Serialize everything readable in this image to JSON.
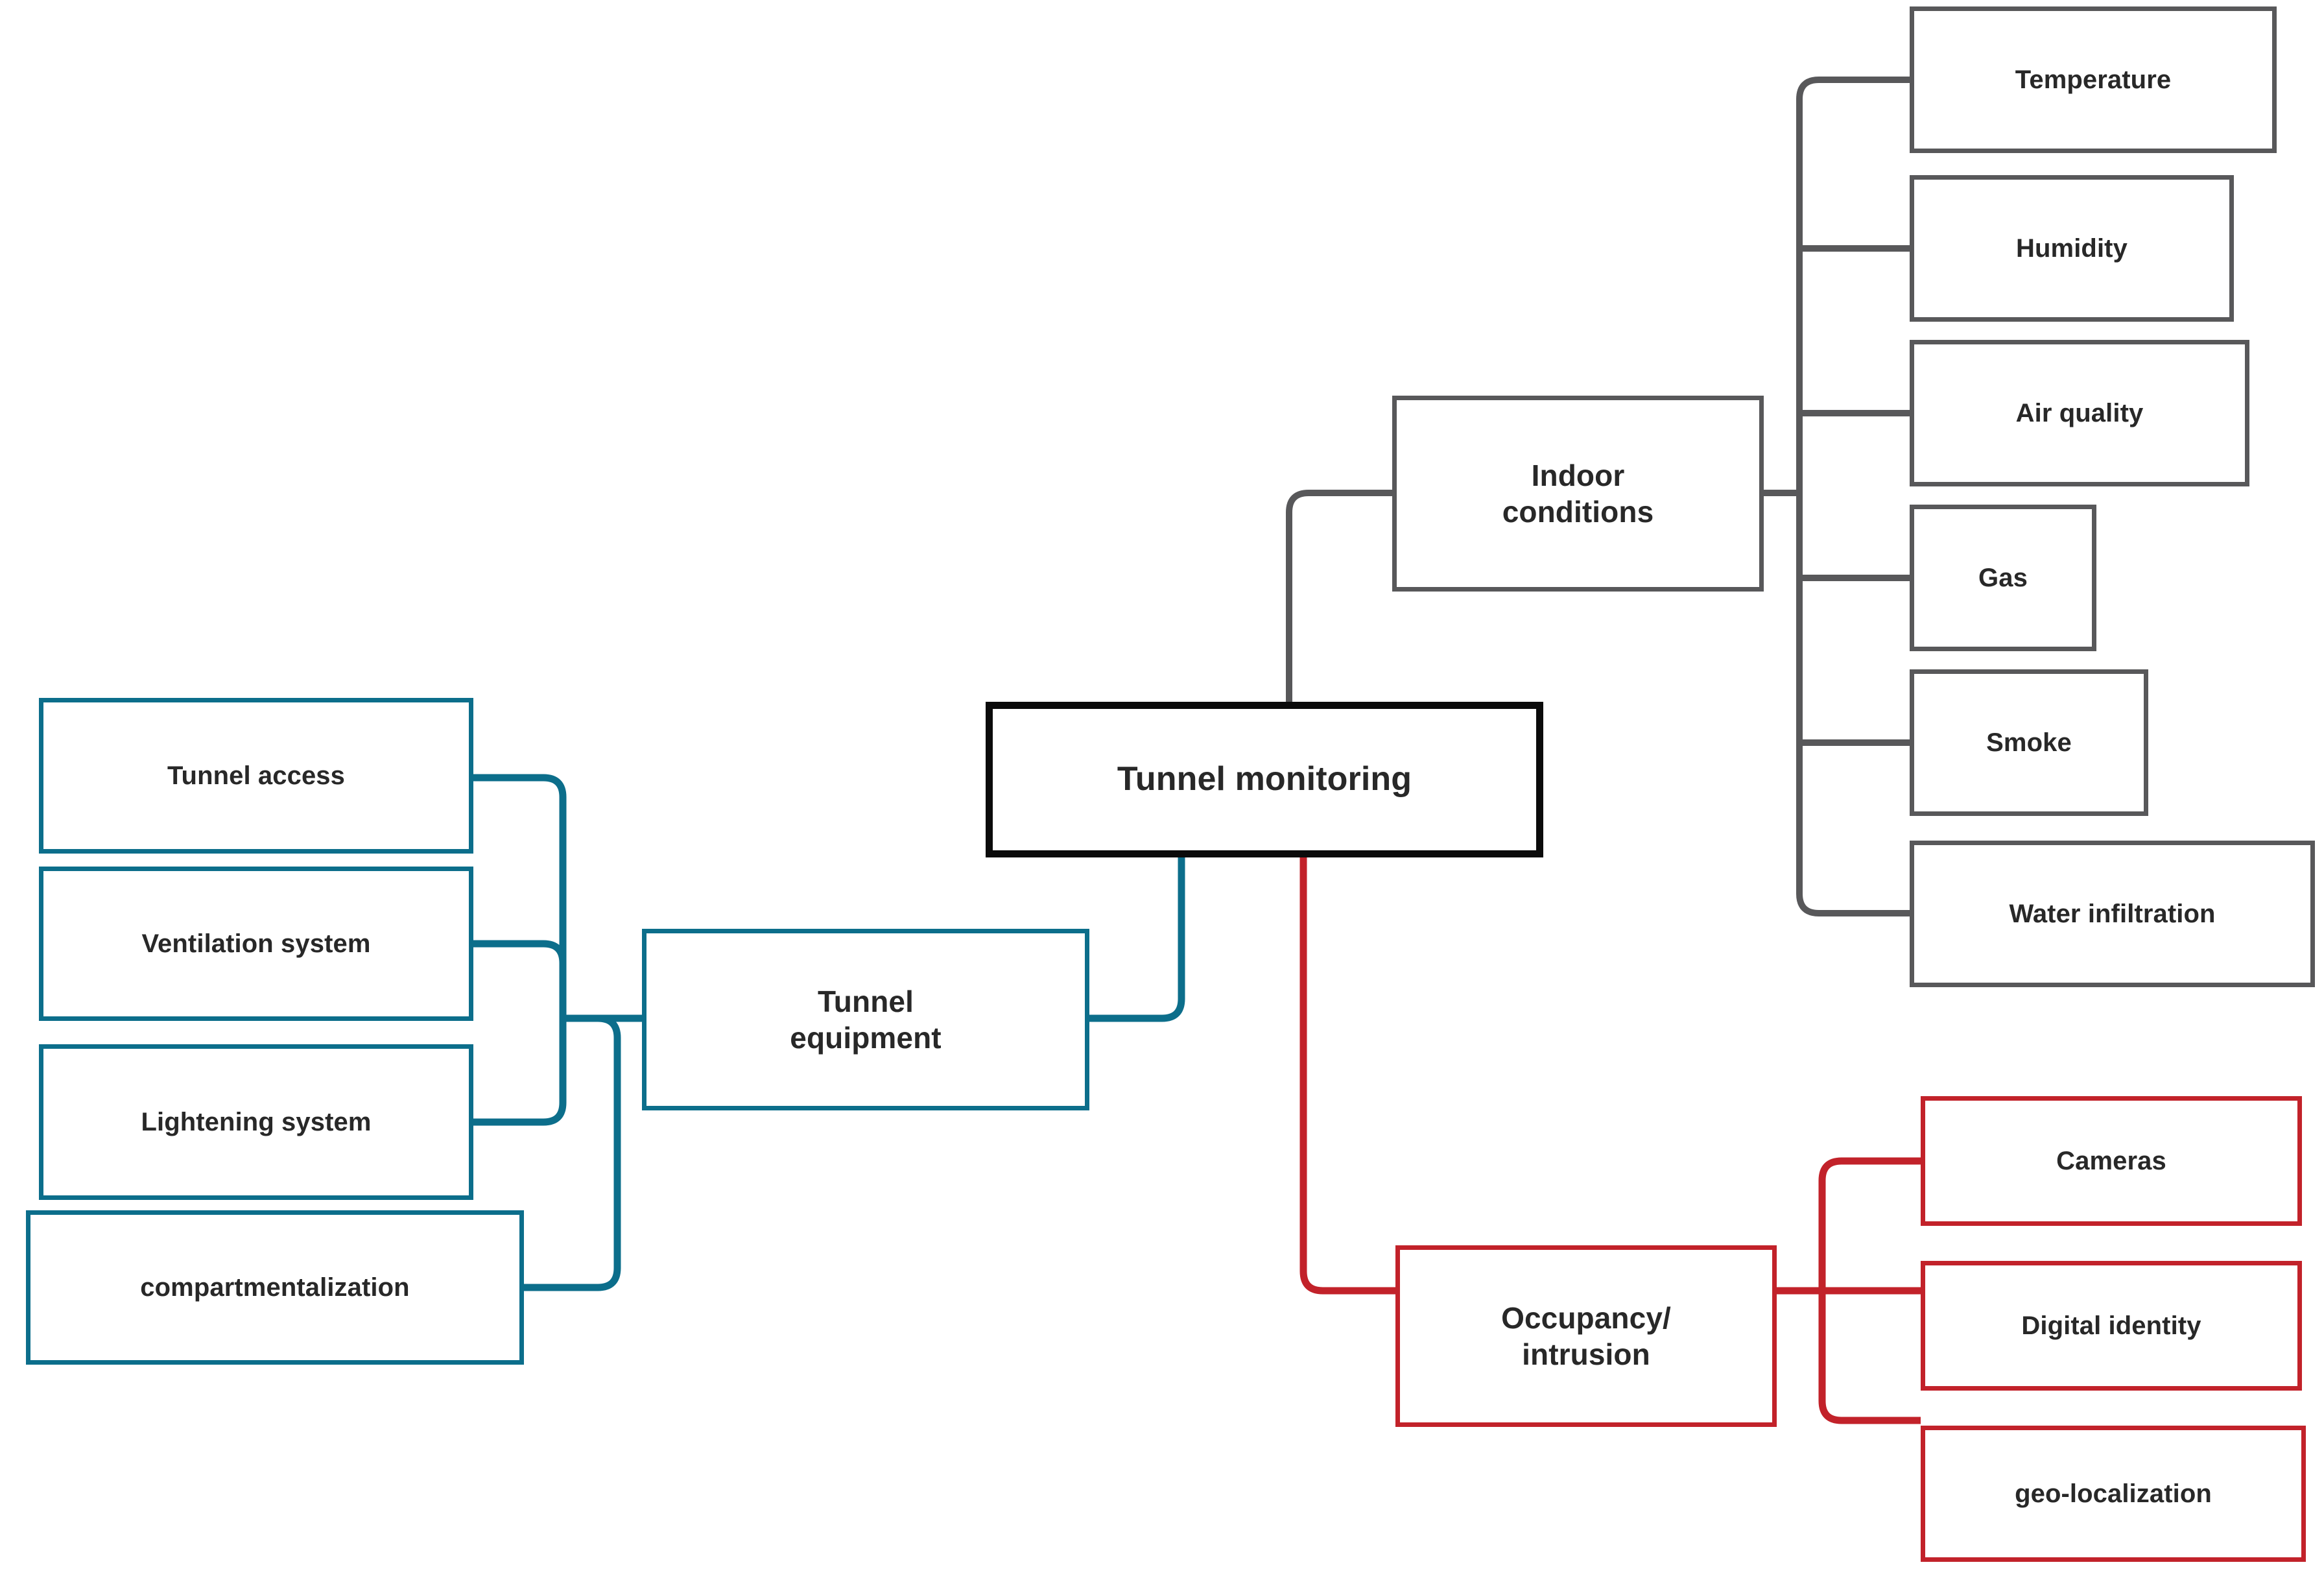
{
  "diagram": {
    "title": "Tunnel monitoring",
    "type": "tree-mindmap",
    "background_color": "#ffffff",
    "colors": {
      "root_border": "#0B0B0B",
      "equipment_branch": "#0C6E8B",
      "indoor_branch": "#58585A",
      "occupancy_branch": "#C2222A",
      "text": "#282828"
    }
  },
  "root": {
    "label": "Tunnel monitoring"
  },
  "branches": {
    "equipment": {
      "label": "Tunnel equipment",
      "label_line1": "Tunnel",
      "label_line2": "equipment",
      "color": "#0C6E8B",
      "children": [
        {
          "label": "Tunnel access"
        },
        {
          "label": "Ventilation system"
        },
        {
          "label": "Lightening system"
        },
        {
          "label": "compartmentalization"
        }
      ]
    },
    "indoor": {
      "label": "Indoor conditions",
      "label_line1": "Indoor",
      "label_line2": "conditions",
      "color": "#58585A",
      "children": [
        {
          "label": "Temperature"
        },
        {
          "label": "Humidity"
        },
        {
          "label": "Air quality"
        },
        {
          "label": "Gas"
        },
        {
          "label": "Smoke"
        },
        {
          "label": "Water infiltration"
        }
      ]
    },
    "occupancy": {
      "label": "Occupancy/ intrusion",
      "label_line1": "Occupancy/",
      "label_line2": "intrusion",
      "color": "#C2222A",
      "children": [
        {
          "label": "Cameras"
        },
        {
          "label": "Digital identity"
        },
        {
          "label": "geo-localization"
        }
      ]
    }
  }
}
